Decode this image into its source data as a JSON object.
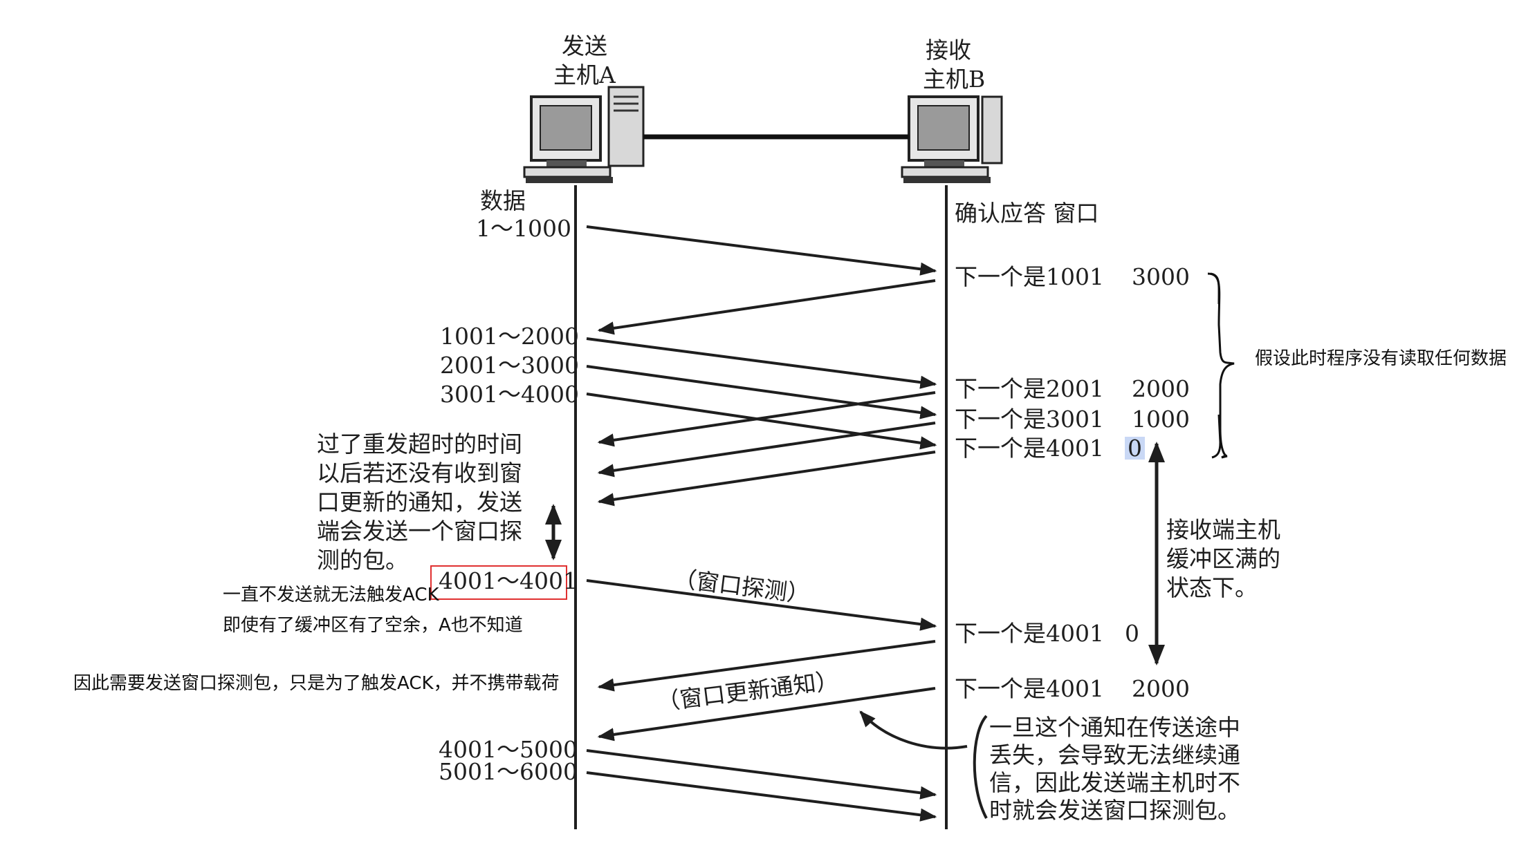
{
  "hosts": {
    "sender": {
      "line1": "发送",
      "line2": "主机A"
    },
    "receiver": {
      "line1": "接收",
      "line2": "主机B"
    }
  },
  "headers": {
    "data_line1": "数据",
    "data_line2": "1～1000",
    "ack_window": "确认应答 窗口"
  },
  "sender_segments": {
    "s1": "1001～2000",
    "s2": "2001～3000",
    "s3": "3001～4000",
    "probe": "4001～4001",
    "s4": "4001～5000",
    "s5": "5001～6000"
  },
  "receiver_acks": {
    "a1": {
      "ack": "下一个是1001",
      "window": "3000"
    },
    "a2": {
      "ack": "下一个是2001",
      "window": "2000"
    },
    "a3": {
      "ack": "下一个是3001",
      "window": "1000"
    },
    "a4": {
      "ack": "下一个是4001",
      "window": "0"
    },
    "a5": {
      "ack": "下一个是4001",
      "window": "0"
    },
    "a6": {
      "ack": "下一个是4001",
      "window": "2000"
    }
  },
  "labels": {
    "probe": "（窗口探测）",
    "update": "（窗口更新通知）"
  },
  "annotations": {
    "timeout": [
      "过了重发超时的时间",
      "以后若还没有收到窗",
      "口更新的通知，发送",
      "端会发送一个窗口探",
      "测的包。"
    ],
    "buffer_full": [
      "接收端主机",
      "缓冲区满的",
      "状态下。"
    ],
    "lost": [
      "一旦这个通知在传送途中",
      "丢失，会导致无法继续通",
      "信，因此发送端主机时不",
      "时就会发送窗口探测包。"
    ]
  },
  "notes": {
    "assume": "假设此时程序没有读取任何数据",
    "n1": "一直不发送就无法触发ACK",
    "n2": "即使有了缓冲区有了空余，A也不知道",
    "n3": "因此需要发送窗口探测包，只是为了触发ACK，并不携带载荷"
  },
  "colors": {
    "ink": "#1e1e1e",
    "highlight": "#c9d8f5",
    "box": "#e03030"
  },
  "icons": [
    "computer-icon",
    "computer-icon"
  ]
}
